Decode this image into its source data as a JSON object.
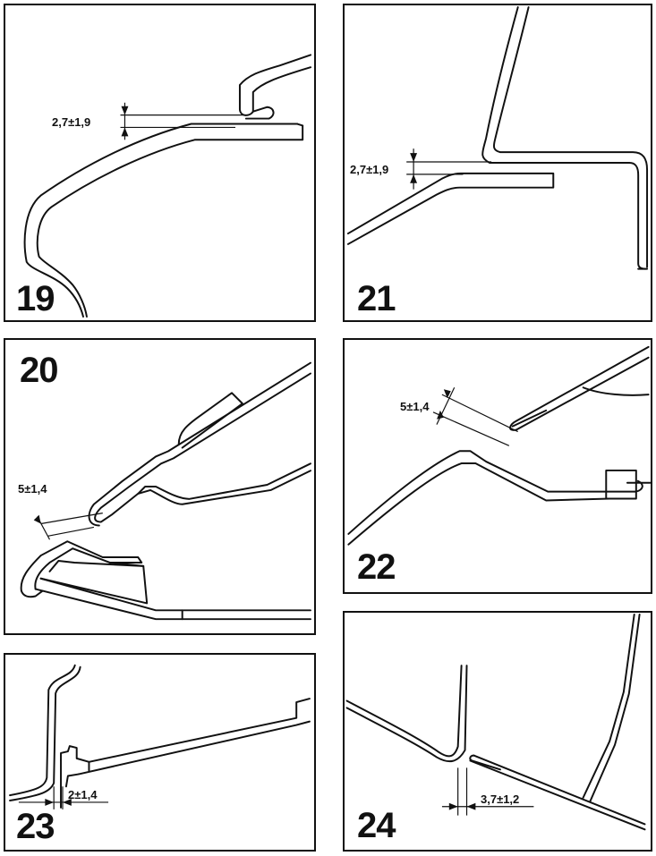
{
  "panels": {
    "p19": {
      "number": "19",
      "dimension": "2,7±1,9"
    },
    "p21": {
      "number": "21",
      "dimension": "2,7±1,9"
    },
    "p20": {
      "number": "20",
      "dimension": "5±1,4"
    },
    "p22": {
      "number": "22",
      "dimension": "5±1,4"
    },
    "p23": {
      "number": "23",
      "dimension": "2±1,4"
    },
    "p24": {
      "number": "24",
      "dimension": "3,7±1,2"
    }
  },
  "colors": {
    "line": "#111111",
    "background": "#ffffff"
  }
}
